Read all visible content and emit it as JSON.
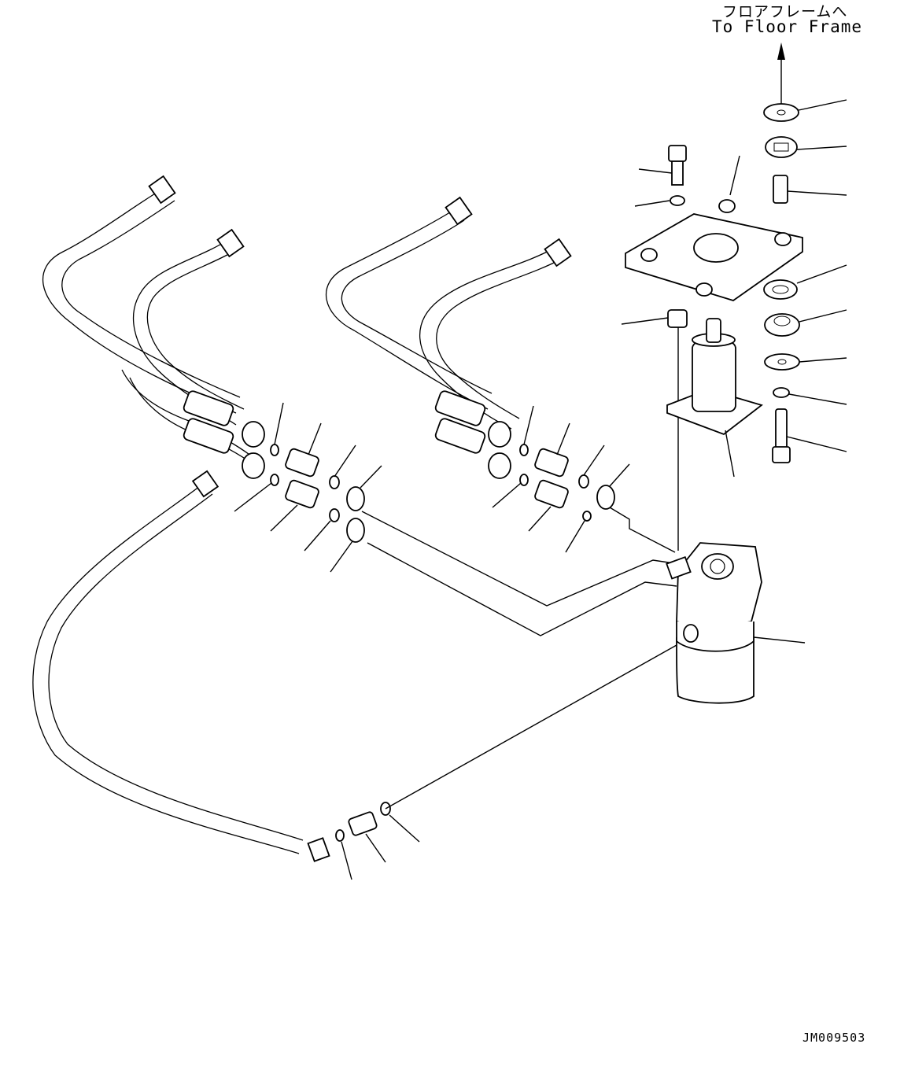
{
  "annotation": {
    "direction_jp": "フロアフレームへ",
    "direction_en": "To Floor Frame"
  },
  "drawing_code": "JM009503"
}
